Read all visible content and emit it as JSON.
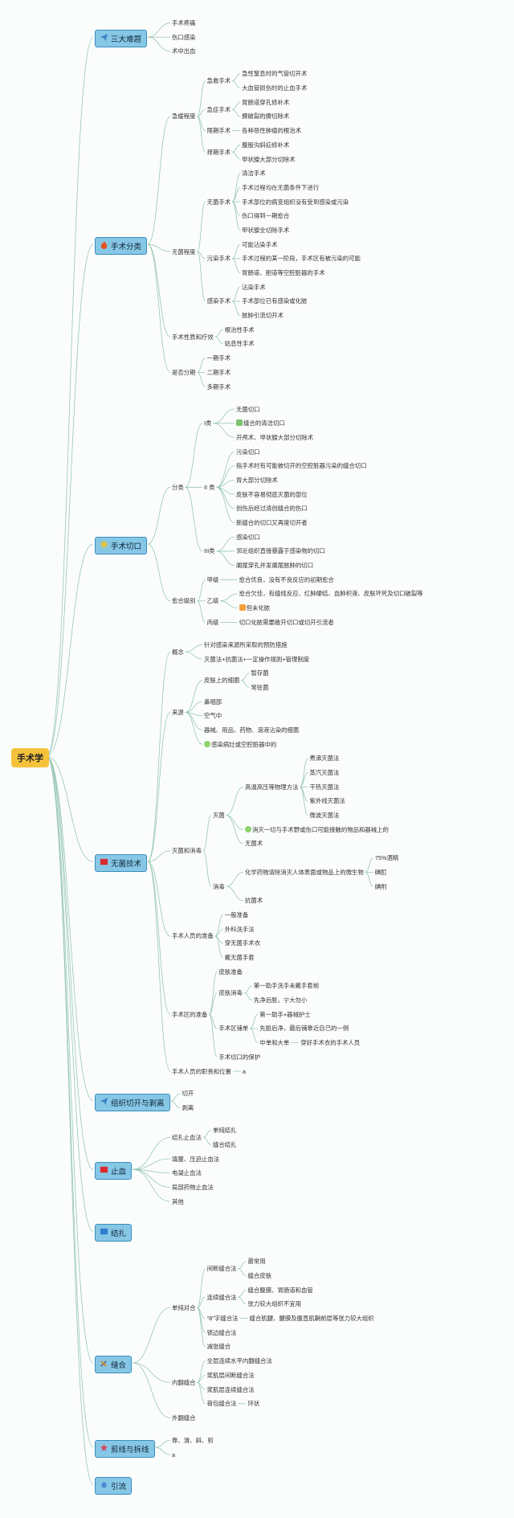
{
  "root": "手术学",
  "colors": {
    "line": "#98c7b5",
    "root": "#f5c33b",
    "main": "#87c7e6",
    "main_border": "#3a8dbf"
  },
  "branches": [
    {
      "label": "三大难题",
      "icon": "paper-plane-icon",
      "children": [
        {
          "label": "手术疼痛"
        },
        {
          "label": "伤口感染"
        },
        {
          "label": "术中出血"
        }
      ]
    },
    {
      "label": "手术分类",
      "icon": "fire-icon",
      "children": [
        {
          "label": "急缓程度",
          "children": [
            {
              "label": "急救手术",
              "children": [
                {
                  "label": "急性窒息时的气管切开术"
                },
                {
                  "label": "大血管损伤时的止血手术"
                }
              ]
            },
            {
              "label": "急症手术",
              "children": [
                {
                  "label": "胃肠道穿孔修补术"
                },
                {
                  "label": "脾破裂的脾切除术"
                }
              ]
            },
            {
              "label": "限期手术",
              "children": [
                {
                  "label": "各种恶性肿瘤的根治术"
                }
              ]
            },
            {
              "label": "择期手术",
              "children": [
                {
                  "label": "腹股沟斜疝修补术"
                },
                {
                  "label": "甲状腺大部分切除术"
                }
              ]
            }
          ]
        },
        {
          "label": "无菌程度",
          "children": [
            {
              "label": "无菌手术",
              "children": [
                {
                  "label": "清洁手术"
                },
                {
                  "label": "手术过程均在无菌条件下进行"
                },
                {
                  "label": "手术部位的病变组织没有受到感染或污染"
                },
                {
                  "label": "伤口得到一期愈合"
                },
                {
                  "label": "甲状腺全切除手术"
                }
              ]
            },
            {
              "label": "污染手术",
              "children": [
                {
                  "label": "可能沾染手术"
                },
                {
                  "label": "手术过程的某一阶段，手术区有被污染的可能"
                },
                {
                  "label": "胃肠道、胆道等空腔脏器的手术"
                }
              ]
            },
            {
              "label": "感染手术",
              "children": [
                {
                  "label": "沾染手术"
                },
                {
                  "label": "手术部位已有感染或化脓"
                },
                {
                  "label": "脓肿引流切开术"
                }
              ]
            }
          ]
        },
        {
          "label": "手术性质和疗效",
          "children": [
            {
              "label": "根治性手术"
            },
            {
              "label": "姑息性手术"
            }
          ]
        },
        {
          "label": "是否分期",
          "children": [
            {
              "label": "一期手术"
            },
            {
              "label": "二期手术"
            },
            {
              "label": "多期手术"
            }
          ]
        }
      ]
    },
    {
      "label": "手术切口",
      "icon": "sun-icon",
      "children": [
        {
          "label": "分类",
          "children": [
            {
              "label": "I类",
              "children": [
                {
                  "label": "无菌切口"
                },
                {
                  "label": "缝合的清洁切口",
                  "icon": "green-square-icon"
                },
                {
                  "label": "开颅术、甲状腺大部分切除术"
                }
              ]
            },
            {
              "label": "II 类",
              "children": [
                {
                  "label": "污染切口"
                },
                {
                  "label": "指手术时有可能被切开的空腔脏器污染的缝合切口"
                },
                {
                  "label": "胃大部分切除术"
                },
                {
                  "label": "皮肤不容易彻底灭菌的部位"
                },
                {
                  "label": "创伤后经过清创缝合的伤口"
                },
                {
                  "label": "新缝合的切口又再度切开者"
                }
              ]
            },
            {
              "label": "III类",
              "children": [
                {
                  "label": "感染切口"
                },
                {
                  "label": "邻近组织直接暴露于感染物的切口"
                },
                {
                  "label": "阑尾穿孔并发阑尾脓肿的切口"
                }
              ]
            }
          ]
        },
        {
          "label": "愈合级别",
          "children": [
            {
              "label": "甲级",
              "children": [
                {
                  "label": "愈合优良，没有不良反应的初期愈合"
                }
              ]
            },
            {
              "label": "乙级",
              "children": [
                {
                  "label": "愈合欠佳，有缝线反应、红肿硬结、血肿积液、皮肤坏死及切口破裂等"
                },
                {
                  "label": "但未化脓",
                  "icon": "orange-square-icon"
                }
              ]
            },
            {
              "label": "丙级",
              "children": [
                {
                  "label": "切口化脓需要敞开切口或切开引流者"
                }
              ]
            }
          ]
        }
      ]
    },
    {
      "label": "无菌技术",
      "icon": "red-flag-icon",
      "children": [
        {
          "label": "概念",
          "children": [
            {
              "label": "针对感染来源所采取的预防措施"
            },
            {
              "label": "灭菌法+抗菌法+一定操作规则+管理制度"
            }
          ]
        },
        {
          "label": "来源",
          "children": [
            {
              "label": "皮肤上的细菌",
              "children": [
                {
                  "label": "暂存菌"
                },
                {
                  "label": "常驻菌"
                }
              ]
            },
            {
              "label": "鼻咽部"
            },
            {
              "label": "空气中"
            },
            {
              "label": "器械、用品、药物、溶液沾染的细菌"
            },
            {
              "label": "感染病灶或空腔脏器中的",
              "icon": "bacteria-icon"
            }
          ]
        },
        {
          "label": "灭菌和消毒",
          "children": [
            {
              "label": "灭菌",
              "children": [
                {
                  "label": "高温高压等物理方法",
                  "children": [
                    {
                      "label": "煮沸灭菌法"
                    },
                    {
                      "label": "蒸汽灭菌法"
                    },
                    {
                      "label": "干热灭菌法"
                    },
                    {
                      "label": "紫外线灭菌法"
                    },
                    {
                      "label": "微波灭菌法"
                    }
                  ]
                },
                {
                  "label": "消灭一切与手术野或伤口可能接触的物品和器械上的",
                  "icon": "bacteria-icon"
                },
                {
                  "label": "无菌术"
                }
              ]
            },
            {
              "label": "消毒",
              "children": [
                {
                  "label": "化学药物清除消灭人体表面或物品上的微生物",
                  "children": [
                    {
                      "label": "75%酒精"
                    },
                    {
                      "label": "碘酊"
                    },
                    {
                      "label": "碘附"
                    }
                  ]
                },
                {
                  "label": "抗菌术"
                }
              ]
            }
          ]
        },
        {
          "label": "手术人员的准备",
          "children": [
            {
              "label": "一般准备"
            },
            {
              "label": "外科洗手法"
            },
            {
              "label": "穿无菌手术衣"
            },
            {
              "label": "戴无菌手套"
            }
          ]
        },
        {
          "label": "手术区的准备",
          "children": [
            {
              "label": "皮肤准备"
            },
            {
              "label": "皮肤消毒",
              "children": [
                {
                  "label": "第一助手洗手未戴手套前"
                },
                {
                  "label": "先净后脏，宁大勿小"
                }
              ]
            },
            {
              "label": "手术区铺单",
              "children": [
                {
                  "label": "第一助手+器械护士"
                },
                {
                  "label": "先脏后净，最后铺靠近自己的一侧"
                },
                {
                  "label": "中单和大单",
                  "children": [
                    {
                      "label": "穿好手术衣的手术人员"
                    }
                  ]
                }
              ]
            },
            {
              "label": "手术切口的保护"
            }
          ]
        },
        {
          "label": "手术人员的职责和位置",
          "children": [
            {
              "label": "a"
            }
          ]
        }
      ]
    },
    {
      "label": "组织切开与剥离",
      "icon": "paper-plane-icon",
      "children": [
        {
          "label": "切开"
        },
        {
          "label": "剥离"
        }
      ]
    },
    {
      "label": "止血",
      "icon": "red-flag-icon",
      "children": [
        {
          "label": "结扎止血法",
          "children": [
            {
              "label": "单纯结扎"
            },
            {
              "label": "缝合结扎"
            }
          ]
        },
        {
          "label": "填塞、压迫止血法"
        },
        {
          "label": "电凝止血法"
        },
        {
          "label": "局部药物止血法"
        },
        {
          "label": "其他"
        }
      ]
    },
    {
      "label": "结扎",
      "icon": "blue-flag-icon",
      "children": []
    },
    {
      "label": "缝合",
      "icon": "tools-icon",
      "children": [
        {
          "label": "单纯对合",
          "children": [
            {
              "label": "间断缝合法",
              "children": [
                {
                  "label": "最常用"
                },
                {
                  "label": "缝合皮肤"
                }
              ]
            },
            {
              "label": "连续缝合法",
              "children": [
                {
                  "label": "缝合腹膜、胃肠道和血管"
                },
                {
                  "label": "张力较大组织不宜用"
                }
              ]
            },
            {
              "label": "\"8\"字缝合法",
              "children": [
                {
                  "label": "缝合肌腱、腱膜及腹直肌鞘前层等张力较大组织"
                }
              ]
            },
            {
              "label": "锁边缝合法"
            },
            {
              "label": "减张缝合"
            }
          ]
        },
        {
          "label": "内翻缝合",
          "children": [
            {
              "label": "全层连续水平内翻缝合法"
            },
            {
              "label": "浆肌层间断缝合法"
            },
            {
              "label": "浆肌层连续缝合法"
            },
            {
              "label": "荷包缝合法",
              "children": [
                {
                  "label": "环状"
                }
              ]
            }
          ]
        },
        {
          "label": "外翻缝合"
        }
      ]
    },
    {
      "label": "剪线与拆线",
      "icon": "star-icon",
      "children": [
        {
          "label": "靠、滑、斜、剪"
        },
        {
          "label": "a"
        }
      ]
    },
    {
      "label": "引流",
      "icon": "house-icon",
      "children": []
    }
  ]
}
